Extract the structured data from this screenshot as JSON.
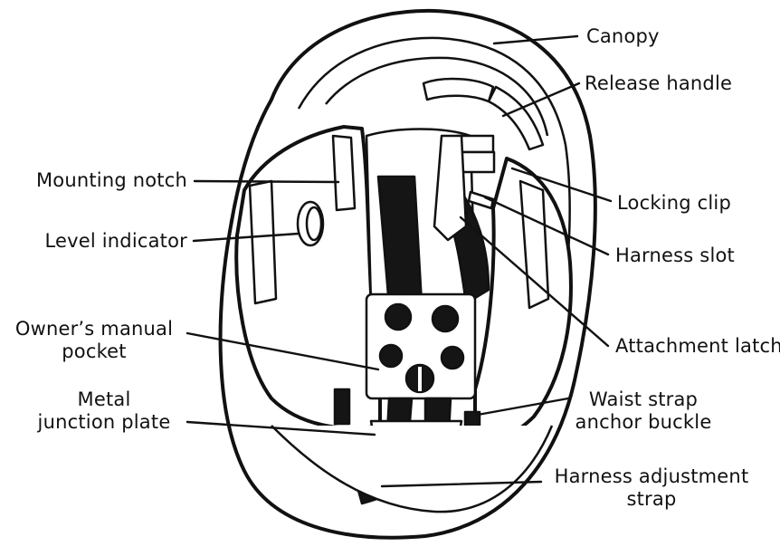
{
  "figure": {
    "labels": {
      "canopy": "Canopy",
      "release_handle": "Release handle",
      "mounting_notch": "Mounting notch",
      "locking_clip": "Locking clip",
      "level_indicator": "Level indicator",
      "harness_slot": "Harness slot",
      "owners_manual_pocket": [
        "Owner’s manual",
        "pocket"
      ],
      "attachment_latch": "Attachment latch",
      "metal_junction_plate": [
        "Metal",
        "junction plate"
      ],
      "waist_strap_anchor_buckle": [
        "Waist strap",
        "anchor buckle"
      ],
      "harness_adjustment_strap": [
        "Harness adjustment",
        "strap"
      ]
    }
  }
}
